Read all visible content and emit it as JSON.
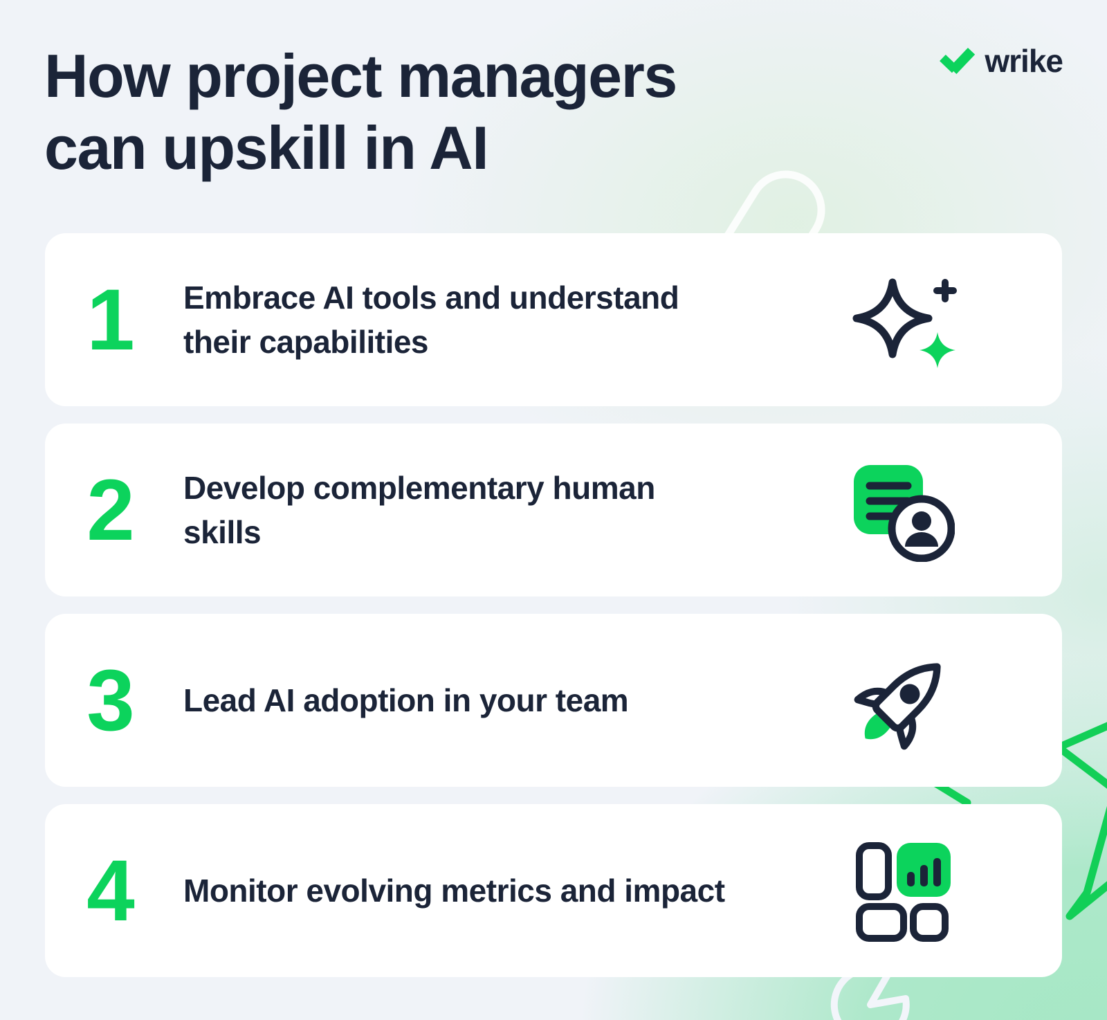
{
  "header": {
    "title_line1": "How project managers",
    "title_line2": "can upskill in AI",
    "brand": "wrike"
  },
  "colors": {
    "accent_green": "#0cd35c",
    "navy": "#1b2438",
    "card_bg": "#ffffff",
    "page_bg": "#f0f3f8",
    "mint": "#a6e7c5"
  },
  "steps": [
    {
      "number": "1",
      "label": "Embrace AI tools and understand their capabilities",
      "icon": "ai-sparkles-icon"
    },
    {
      "number": "2",
      "label": "Develop complementary human skills",
      "icon": "message-person-icon"
    },
    {
      "number": "3",
      "label": "Lead AI adoption in your team",
      "icon": "rocket-icon"
    },
    {
      "number": "4",
      "label": "Monitor evolving metrics and impact",
      "icon": "dashboard-bar-chart-icon"
    }
  ]
}
